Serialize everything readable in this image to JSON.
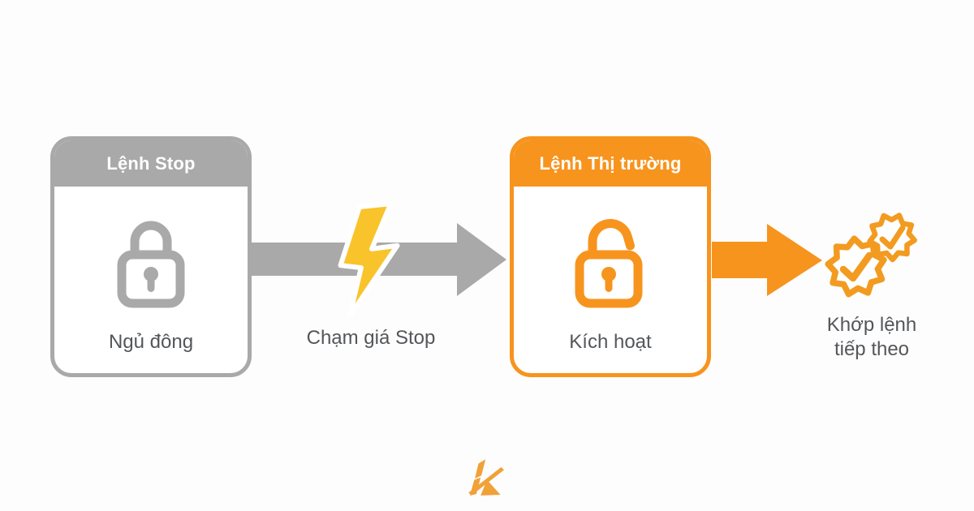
{
  "flow": {
    "step1": {
      "header": "Lệnh Stop",
      "label": "Ngủ đông",
      "icon": "lock-closed"
    },
    "transition1": {
      "label": "Chạm giá Stop",
      "icon": "lightning-bolt"
    },
    "step2": {
      "header": "Lệnh Thị trường",
      "label": "Kích hoạt",
      "icon": "lock-open"
    },
    "outcome": {
      "label_line1": "Khớp lệnh",
      "label_line2": "tiếp theo",
      "icon": "gears-checkmarks"
    }
  },
  "branding": {
    "logo": "k-mark"
  },
  "colors": {
    "gray": "#A9A9A9",
    "orange": "#F7941E",
    "bolt_yellow": "#F9C32B",
    "gear_orange": "#F29B20",
    "text": "#54565A",
    "logo_orange": "#F0A138",
    "background": "#FDFDFD"
  }
}
